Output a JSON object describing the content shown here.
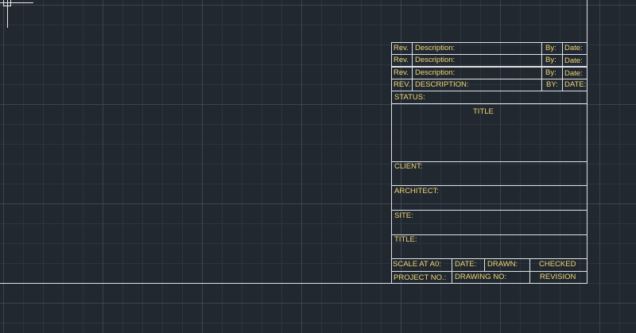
{
  "revisions": [
    {
      "rev": "Rev.",
      "description": "Description:",
      "by": "By:",
      "date": "Date:"
    },
    {
      "rev": "Rev.",
      "description": "Description:",
      "by": "By:",
      "date": "Date:"
    },
    {
      "rev": "Rev.",
      "description": "Description:",
      "by": "By:",
      "date": "Date:"
    }
  ],
  "revision_header": {
    "rev": "REV.",
    "description": "DESCRIPTION:",
    "by": "BY:",
    "date": "DATE:"
  },
  "status_label": "STATUS:",
  "title_heading": "TITLE",
  "client_label": "CLIENT:",
  "architect_label": "ARCHITECT:",
  "site_label": "SITE:",
  "title_label": "TITLE:",
  "footer": {
    "scale": "SCALE AT A0:",
    "date": "DATE:",
    "drawn": "DRAWN:",
    "checked": "CHECKED",
    "project_no": "PROJECT NO.:",
    "drawing_no": "DRAWING NO:",
    "revision": "REVISION"
  },
  "colors": {
    "background": "#212830",
    "line": "#dfe3e8",
    "text": "#f0d674"
  }
}
